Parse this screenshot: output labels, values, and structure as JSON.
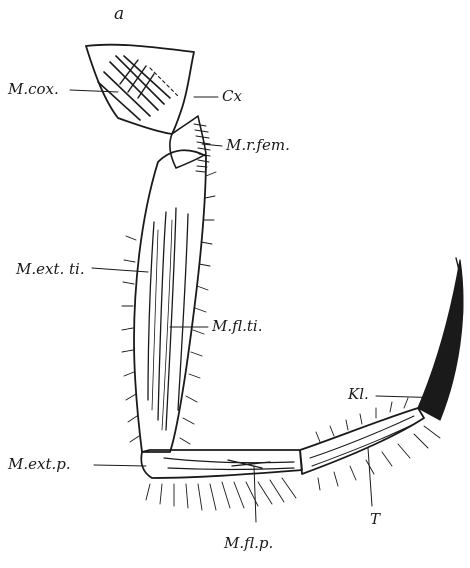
{
  "figure": {
    "panel_letter": "a",
    "labels": {
      "m_cox": "M.cox.",
      "cx": "Cx",
      "m_r_fem": "M.r.fem.",
      "m_ext_ti": "M.ext. ti.",
      "m_fl_ti": "M.fl.ti.",
      "kl": "Kl.",
      "m_ext_p": "M.ext.p.",
      "m_fl_p": "M.fl.p.",
      "t": "T"
    }
  }
}
